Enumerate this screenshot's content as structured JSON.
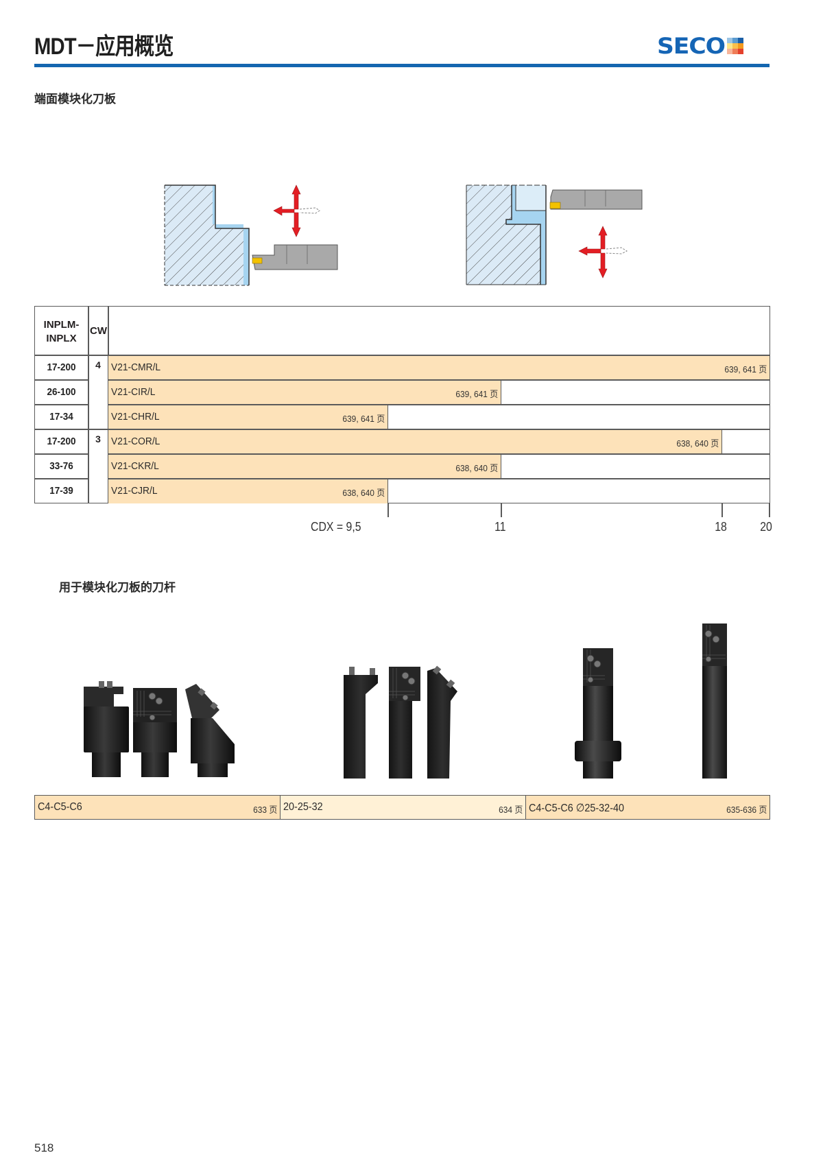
{
  "header": {
    "title": "MDT－应用概览",
    "logo_text": "SECO",
    "logo_squares": [
      "#9cc4e4",
      "#5b9bd1",
      "#1b5ea6",
      "#fde58a",
      "#fbc04c",
      "#f39a1f",
      "#f7b59a",
      "#ef7d58",
      "#e4412c"
    ],
    "rule_color": "#1466b0"
  },
  "section1": {
    "title": "端面模块化刀板"
  },
  "diagrams": [
    {
      "name": "external-face-grooving-diagram",
      "arrows": [
        "left",
        "up",
        "down"
      ]
    },
    {
      "name": "internal-face-grooving-diagram",
      "arrows": [
        "left",
        "up",
        "down"
      ]
    }
  ],
  "insert_table": {
    "headers": {
      "inpl": "INPLM-\nINPLX",
      "inpl_line1": "INPLM-",
      "inpl_line2": "INPLX",
      "cw": "CW"
    },
    "rows": [
      {
        "inpl": "17-200",
        "cw": "4",
        "name": "V21-CMR/L",
        "pages": "639, 641 页",
        "cdx_max": 20
      },
      {
        "inpl": "26-100",
        "cw": "",
        "name": "V21-CIR/L",
        "pages": "639, 641 页",
        "cdx_max": 11
      },
      {
        "inpl": "17-34",
        "cw": "",
        "name": "V21-CHR/L",
        "pages": "639, 641 页",
        "cdx_max": 9.5
      },
      {
        "inpl": "17-200",
        "cw": "3",
        "name": "V21-COR/L",
        "pages": "638, 640 页",
        "cdx_max": 18
      },
      {
        "inpl": "33-76",
        "cw": "",
        "name": "V21-CKR/L",
        "pages": "638, 640 页",
        "cdx_max": 11
      },
      {
        "inpl": "17-39",
        "cw": "",
        "name": "V21-CJR/L",
        "pages": "638, 640 页",
        "cdx_max": 9.5
      }
    ],
    "axis": {
      "ticks": [
        {
          "value": 9.5,
          "label": "CDX = 9,5"
        },
        {
          "value": 11,
          "label": "11"
        },
        {
          "value": 18,
          "label": "18"
        },
        {
          "value": 20,
          "label": "20"
        }
      ]
    },
    "bar_color": "#fde2b9"
  },
  "section2": {
    "title": "用于模块化刀板的刀杆"
  },
  "holders": [
    {
      "label": "C4-C5-C6",
      "pages": "633 页",
      "color": "#fde2b9",
      "image": "capto-modular-holders"
    },
    {
      "label": "20-25-32",
      "pages": "634 页",
      "color": "#fff1d6",
      "image": "shank-modular-holders"
    },
    {
      "label": "C4-C5-C6 ∅25-32-40",
      "pages": "635-636 页",
      "color": "#fde2b9",
      "image": "boring-bar-modular-holders"
    }
  ],
  "footer": {
    "page_number": "518"
  }
}
